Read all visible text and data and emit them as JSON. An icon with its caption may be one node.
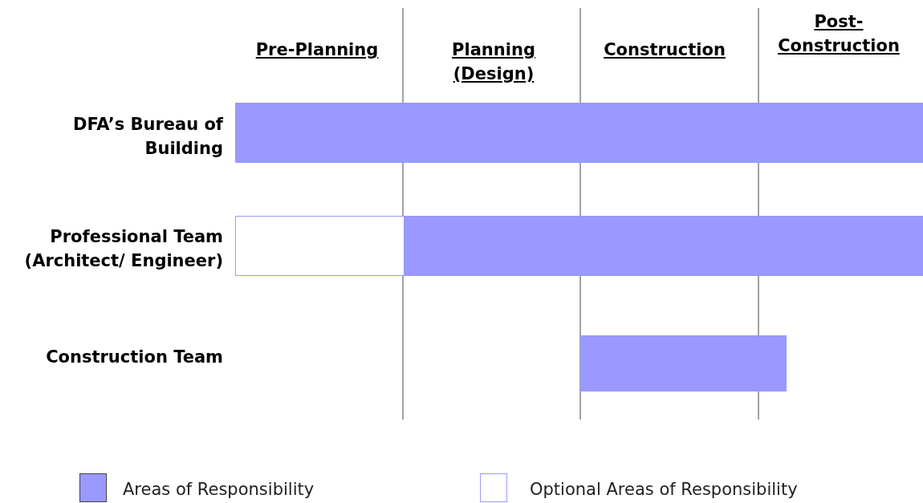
{
  "diagram": {
    "nodes": [
      {
        "text": [],
        "shape": "bar"
      },
      {
        "text": [],
        "shape": "box"
      },
      {
        "text": [],
        "shape": "bar"
      },
      {
        "text": [],
        "shape": "bar"
      }
    ],
    "labels": [
      "Pre-Planning",
      "Planning (Design)",
      "Construction",
      "Post-Construction",
      "DFA’s Bureau of Building",
      "Professional Team (Architect/ Engineer)",
      "Construction Team"
    ],
    "legend": [
      {
        "text": "Areas of Responsibility",
        "color": "#9999ff"
      },
      {
        "text": "Optional Areas of Responsibility",
        "color": "#ffffff"
      }
    ]
  }
}
